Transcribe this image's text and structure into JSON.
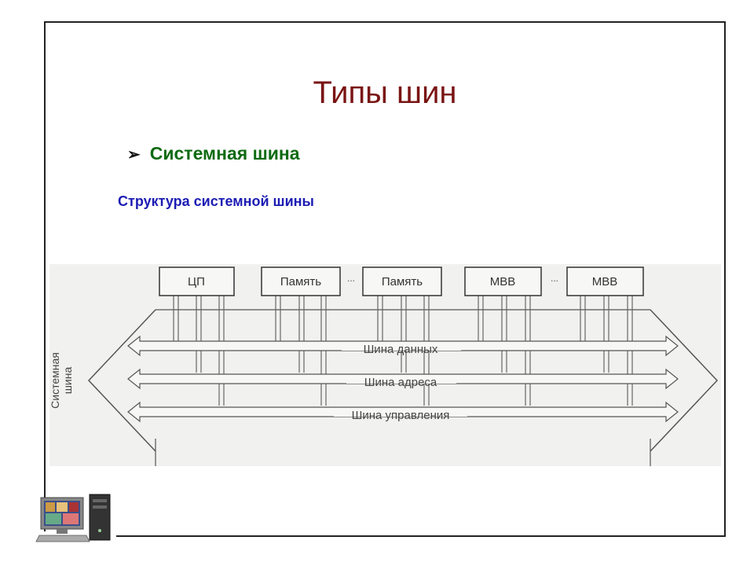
{
  "slide": {
    "title": "Типы шин",
    "bullet": "Системная шина",
    "subtitle": "Структура системной шины"
  },
  "diagram": {
    "modules": [
      {
        "label": "ЦП"
      },
      {
        "label": "Память"
      },
      {
        "label": "Память"
      },
      {
        "label": "МВВ"
      },
      {
        "label": "МВВ"
      }
    ],
    "ellipsis": "...",
    "buses": [
      {
        "label": "Шина данных"
      },
      {
        "label": "Шина адреса"
      },
      {
        "label": "Шина управления"
      }
    ],
    "side_label_line1": "Системная",
    "side_label_line2": "шина"
  },
  "colors": {
    "title": "#7a1414",
    "bullet": "#0e6a12",
    "subtitle": "#1c1cb4"
  }
}
